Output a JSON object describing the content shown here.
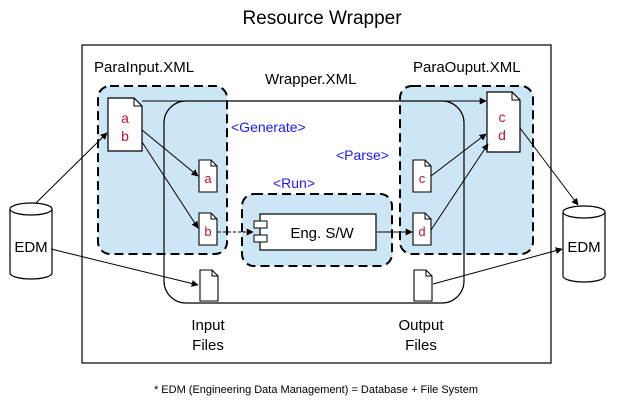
{
  "title": "Resource Wrapper",
  "boxes": {
    "para_input": "ParaInput.XML",
    "wrapper": "Wrapper.XML",
    "para_output": "ParaOuput.XML"
  },
  "steps": {
    "generate": "<Generate>",
    "run": "<Run>",
    "parse": "<Parse>"
  },
  "engine": "Eng. S/W",
  "databases": {
    "left": "EDM",
    "right": "EDM"
  },
  "docs": {
    "input_doc_line1": "a",
    "input_doc_line2": "b",
    "output_doc_line1": "c",
    "output_doc_line2": "d",
    "file_a": "a",
    "file_b": "b",
    "file_c": "c",
    "file_d": "d"
  },
  "file_groups": {
    "input_line1": "Input",
    "input_line2": "Files",
    "output_line1": "Output",
    "output_line2": "Files"
  },
  "footnote": "* EDM (Engineering Data Management)  = Database + File System",
  "colors": {
    "xml_fill": "#cce6f5",
    "step_text": "#1a1aff",
    "doc_letter": "#c8102e"
  }
}
